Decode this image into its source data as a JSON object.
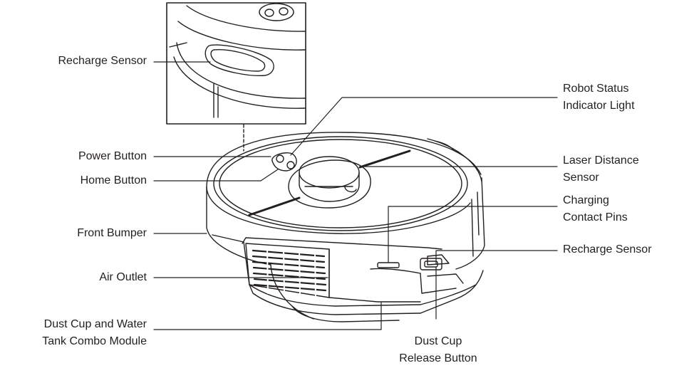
{
  "labels": {
    "recharge_sensor_top": "Recharge Sensor",
    "power_button": "Power Button",
    "home_button": "Home Button",
    "front_bumper": "Front Bumper",
    "air_outlet": "Air Outlet",
    "dust_cup_module_1": "Dust Cup and Water",
    "dust_cup_module_2": "Tank Combo Module",
    "robot_status_1": "Robot Status",
    "robot_status_2": "Indicator Light",
    "laser_sensor_1": "Laser Distance",
    "laser_sensor_2": "Sensor",
    "charging_pins_1": "Charging",
    "charging_pins_2": "Contact Pins",
    "recharge_sensor_side": "Recharge Sensor",
    "release_button_1": "Dust Cup",
    "release_button_2": "Release Button"
  },
  "colors": {
    "line": "#231f20",
    "background": "#ffffff"
  }
}
